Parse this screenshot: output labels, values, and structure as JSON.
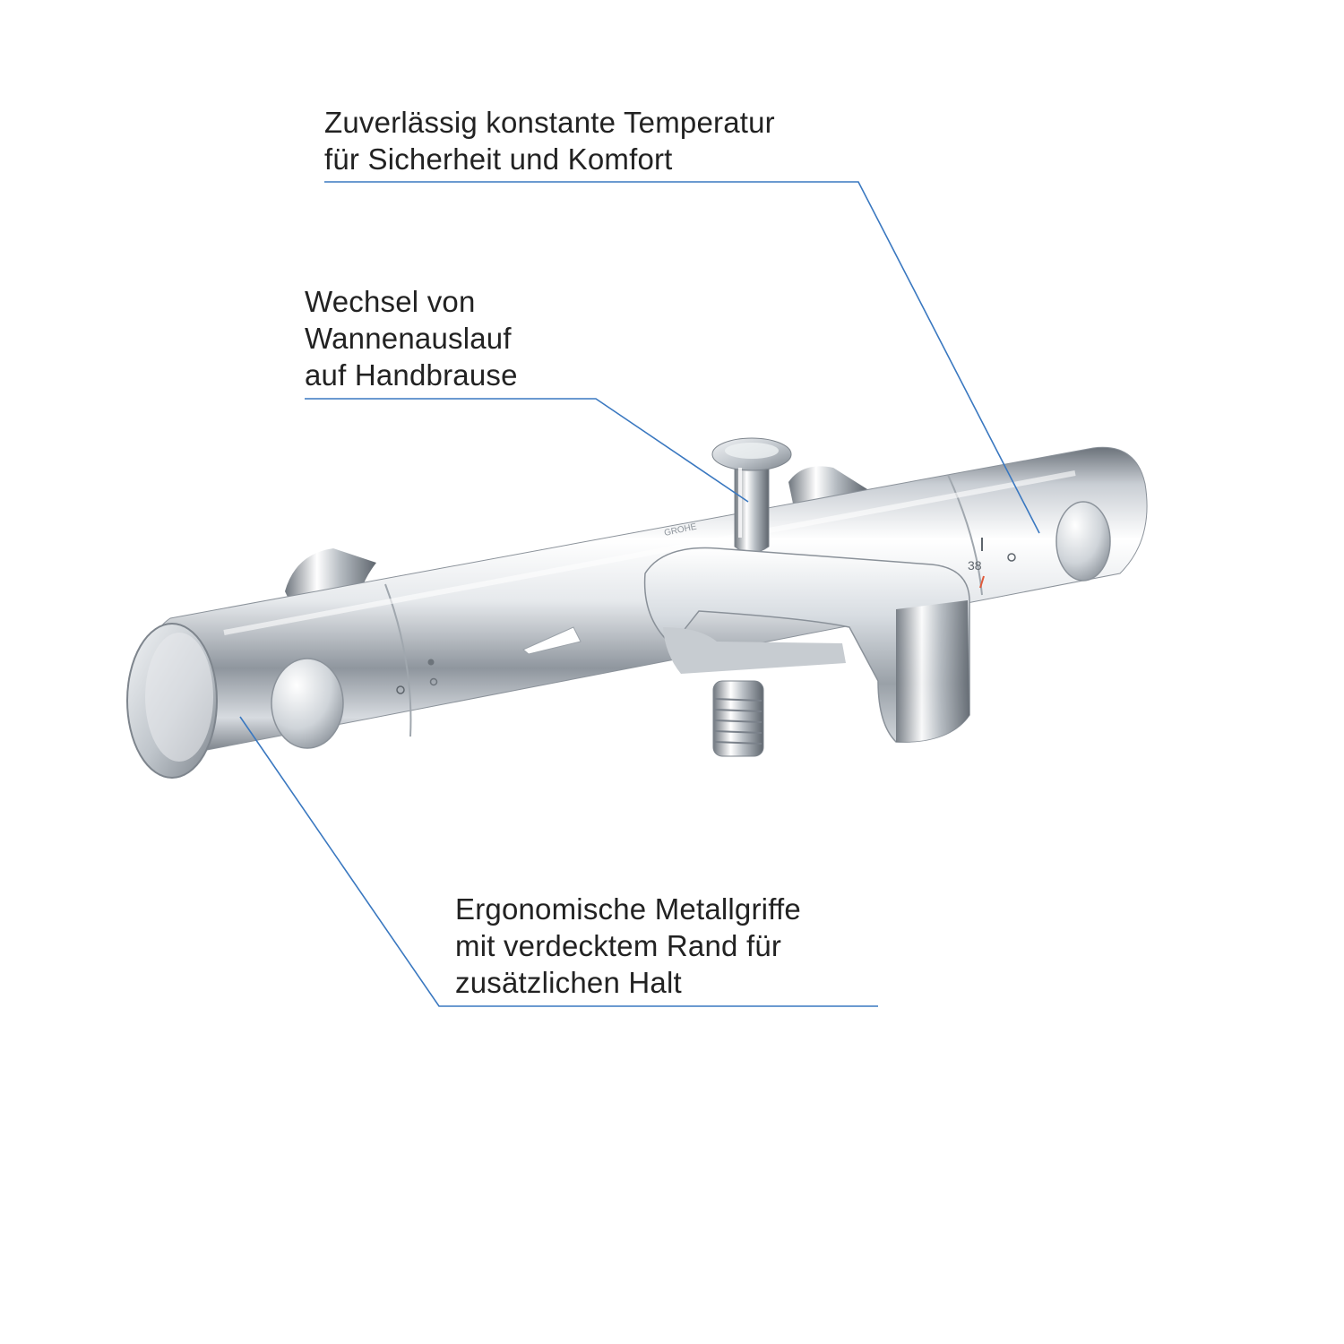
{
  "callouts": {
    "temperature": {
      "lines": [
        "Zuverlässig konstante Temperatur",
        "für Sicherheit und Komfort"
      ]
    },
    "diverter": {
      "lines": [
        "Wechsel von",
        "Wannenauslauf",
        "auf Handbrause"
      ]
    },
    "grips": {
      "lines": [
        "Ergonomische Metallgriffe",
        "mit verdecktem Rand für",
        "zusätzlichen Halt"
      ]
    }
  },
  "product": {
    "brand_mark": "GROHE",
    "dial_marking": "38"
  },
  "colors": {
    "leader_line": "#3a78c0",
    "chrome_dark": "#5a6068",
    "chrome_light": "#f4f6f8",
    "hot_marker": "#e05a3a"
  }
}
